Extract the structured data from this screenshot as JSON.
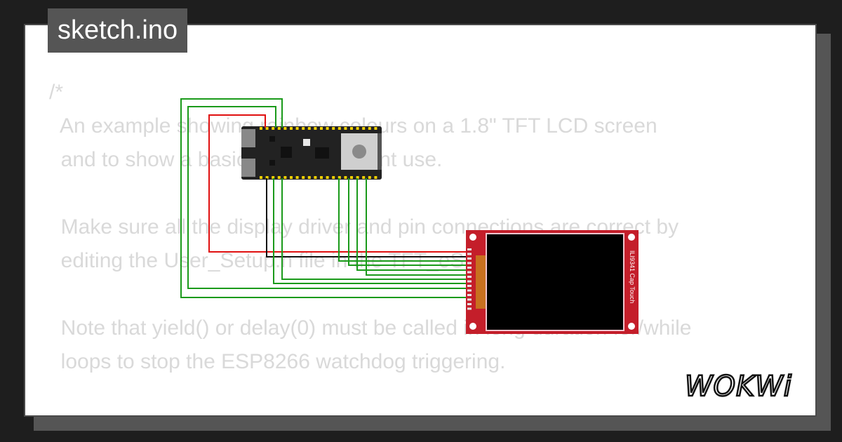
{
  "file": {
    "name": "sketch.ino"
  },
  "code": {
    "text": "/*\n  An example showing rainbow colours on a 1.8\" TFT LCD screen\n  and to show a basic example of font use.\n\n  Make sure all the display driver and pin connections are correct by\n  editing the User_Setup.h file in the TFT_eSPI library folder.\n\n  Note that yield() or delay(0) must be called in long duration for/while\n  loops to stop the ESP8266 watchdog triggering.\n\n  #########################################################################"
  },
  "display": {
    "label": "ILI9341 Cap Touch"
  },
  "logo": {
    "text": "WOKWi"
  },
  "colors": {
    "background": "#1e1e1e",
    "card": "#ffffff",
    "code_text": "#d9d9d9",
    "wire_green": "#1a9a1a",
    "wire_red": "#e01010",
    "wire_black": "#111111",
    "pcb_red": "#c41e2a",
    "board_black": "#222222",
    "pin_yellow": "#f2d000"
  },
  "icons": [
    "esp32-board-icon",
    "tft-display-icon",
    "wokwi-logo-icon"
  ]
}
